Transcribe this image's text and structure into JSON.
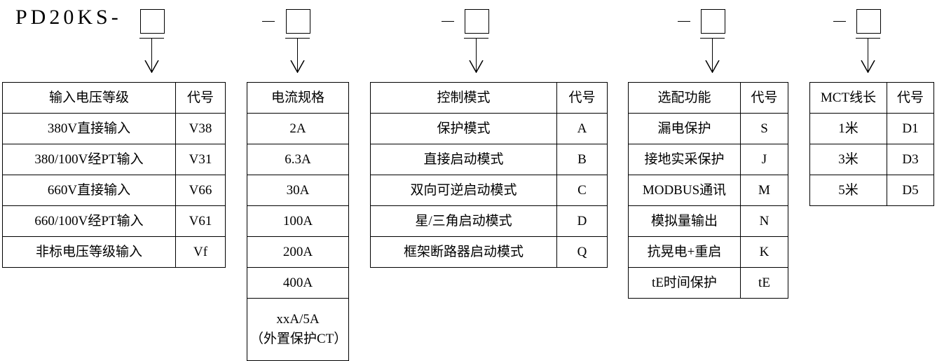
{
  "diagram": {
    "title": "PD20KS-",
    "separator": "–",
    "box_placeholder": ""
  },
  "tables": [
    {
      "id": "input-voltage-level",
      "headers": [
        "输入电压等级",
        "代号"
      ],
      "rows": [
        [
          "380V直接输入",
          "V38"
        ],
        [
          "380/100V经PT输入",
          "V31"
        ],
        [
          "660V直接输入",
          "V66"
        ],
        [
          "660/100V经PT输入",
          "V61"
        ],
        [
          "非标电压等级输入",
          "Vf"
        ]
      ]
    },
    {
      "id": "current-rating",
      "headers": [
        "电流规格"
      ],
      "rows": [
        [
          "2A"
        ],
        [
          "6.3A"
        ],
        [
          "30A"
        ],
        [
          "100A"
        ],
        [
          "200A"
        ],
        [
          "400A"
        ]
      ],
      "last_row_line1": "xxA/5A",
      "last_row_line2": "（外置保护CT）"
    },
    {
      "id": "control-mode",
      "headers": [
        "控制模式",
        "代号"
      ],
      "rows": [
        [
          "保护模式",
          "A"
        ],
        [
          "直接启动模式",
          "B"
        ],
        [
          "双向可逆启动模式",
          "C"
        ],
        [
          "星/三角启动模式",
          "D"
        ],
        [
          "框架断路器启动模式",
          "Q"
        ]
      ]
    },
    {
      "id": "optional-function",
      "headers": [
        "选配功能",
        "代号"
      ],
      "rows": [
        [
          "漏电保护",
          "S"
        ],
        [
          "接地实采保护",
          "J"
        ],
        [
          "MODBUS通讯",
          "M"
        ],
        [
          "模拟量输出",
          "N"
        ],
        [
          "抗晃电+重启",
          "K"
        ],
        [
          "tE时间保护",
          "tE"
        ]
      ]
    },
    {
      "id": "mct-cable-length",
      "headers": [
        "MCT线长",
        "代号"
      ],
      "rows": [
        [
          "1米",
          "D1"
        ],
        [
          "3米",
          "D3"
        ],
        [
          "5米",
          "D5"
        ]
      ]
    }
  ]
}
